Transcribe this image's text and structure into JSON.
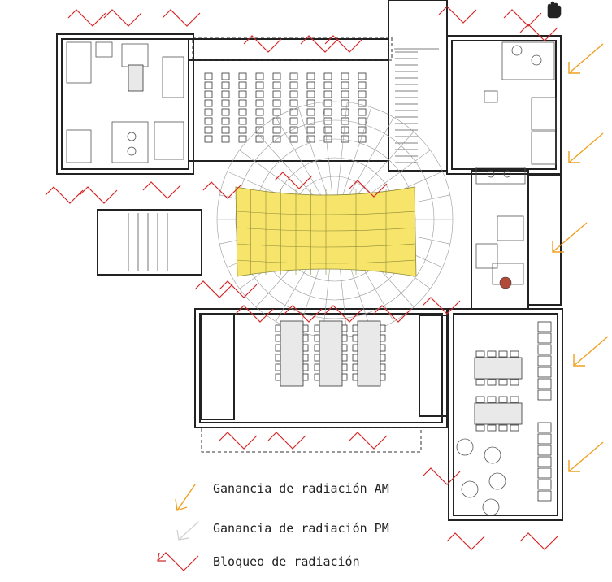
{
  "legend": {
    "am_label": "Ganancia de radiación AM",
    "pm_label": "Ganancia de radiación PM",
    "block_label": "Bloqueo de radiación"
  },
  "colors": {
    "am_arrow": "#f0a020",
    "pm_arrow": "#cfcfcf",
    "block_arrow": "#d42a2a",
    "sun_highlight": "#f7e46a"
  },
  "icons": {
    "hand": "hand-cursor-icon"
  }
}
